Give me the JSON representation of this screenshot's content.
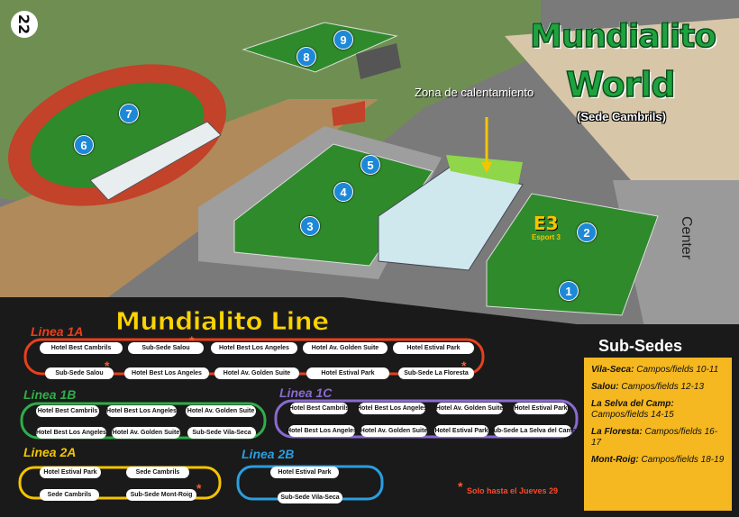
{
  "page_number": "22",
  "map": {
    "title_line1": "Mundialito",
    "title_line2": "World",
    "subtitle": "(Sede Cambrils)",
    "warmup_label": "Zona de calentamiento",
    "center_label": "Center",
    "brand": "E3",
    "brand_sub": "Esport 3",
    "fields": [
      "1",
      "2",
      "3",
      "4",
      "5",
      "6",
      "7",
      "8",
      "9"
    ]
  },
  "routes": {
    "title": "Mundialito Line",
    "lines": [
      {
        "name": "Linea 1A",
        "color": "#e8401c",
        "stops_top": [
          "Hotel Best Cambrils",
          "Sub-Sede Salou",
          "Hotel Best Los Angeles",
          "Hotel Av. Golden Suite",
          "Hotel Estival Park"
        ],
        "stops_bottom": [
          "Sub-Sede Salou",
          "Hotel Best Los Angeles",
          "Hotel Av. Golden Suite",
          "Hotel Estival Park",
          "Sub-Sede La Floresta"
        ]
      },
      {
        "name": "Linea 1B",
        "color": "#2fae4a",
        "stops_top": [
          "Hotel Best Cambrils",
          "Hotel Best Los Angeles",
          "Hotel Av. Golden Suite"
        ],
        "stops_bottom": [
          "Hotel Best Los Angeles",
          "Hotel Av. Golden Suite",
          "Sub-Sede Vila-Seca"
        ]
      },
      {
        "name": "Linea 1C",
        "color": "#8a6ad0",
        "stops_top": [
          "Hotel Best Cambrils",
          "Hotel Best Los Angeles",
          "Hotel Av. Golden Suite",
          "Hotel Estival Park"
        ],
        "stops_bottom": [
          "Hotel Best Los Angeles",
          "Hotel Av. Golden Suite",
          "Hotel Estival Park",
          "Sub-Sede La Selva del Camp"
        ]
      },
      {
        "name": "Linea 2A",
        "color": "#f5c400",
        "stops_top": [
          "Hotel Estival Park",
          "Sede Cambrils"
        ],
        "stops_bottom": [
          "Sede Cambrils",
          "Sub-Sede Mont-Roig"
        ]
      },
      {
        "name": "Linea 2B",
        "color": "#2a9ee0",
        "stops_top": [
          "Hotel Estival Park"
        ],
        "stops_bottom": [
          "Sub-Sede Vila-Seca"
        ]
      }
    ],
    "star": "*",
    "note": "Solo hasta el Jueves 29"
  },
  "subsedes": {
    "title": "Sub-Sedes",
    "items": [
      {
        "place": "Vila-Seca:",
        "fields": "Campos/fields 10-11"
      },
      {
        "place": "Salou:",
        "fields": "Campos/fields 12-13"
      },
      {
        "place": "La Selva del Camp:",
        "fields": "Campos/fields 14-15"
      },
      {
        "place": "La Floresta:",
        "fields": "Campos/fields 16-17"
      },
      {
        "place": "Mont-Roig:",
        "fields": "Campos/fields 18-19"
      }
    ]
  },
  "colors": {
    "grass": "#2f8a2c",
    "track": "#c2422a",
    "dark": "#1a1a1a",
    "accent": "#f5b820"
  }
}
